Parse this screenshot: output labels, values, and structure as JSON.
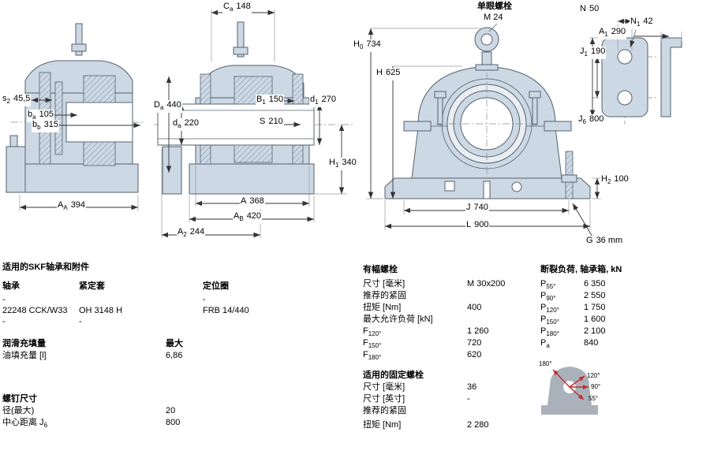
{
  "colors": {
    "housing_fill": "#ccd8e4",
    "line": "#55616d",
    "arrow_red": "#c92a2a",
    "background": "#ffffff"
  },
  "drawings": {
    "left": {
      "s2": {
        "sym": "s",
        "sub": "2",
        "val": "45,5"
      },
      "ba": {
        "sym": "b",
        "sub": "a",
        "val": "105"
      },
      "bb": {
        "sym": "b",
        "sub": "b",
        "val": "315"
      },
      "AA": {
        "sym": "A",
        "sub": "A",
        "val": "394"
      }
    },
    "middle": {
      "Ca": {
        "sym": "C",
        "sub": "a",
        "val": "148"
      },
      "Da": {
        "sym": "D",
        "sub": "a",
        "val": "440"
      },
      "da": {
        "sym": "d",
        "sub": "a",
        "val": "220"
      },
      "B1": {
        "sym": "B",
        "sub": "1",
        "val": "150"
      },
      "S": {
        "sym": "S",
        "sub": "",
        "val": "210"
      },
      "d1": {
        "sym": "d",
        "sub": "1",
        "val": "270"
      },
      "H1": {
        "sym": "H",
        "sub": "1",
        "val": "340"
      },
      "A": {
        "sym": "A",
        "sub": "",
        "val": "368"
      },
      "AB": {
        "sym": "A",
        "sub": "B",
        "val": "420"
      },
      "A2": {
        "sym": "A",
        "sub": "2",
        "val": "244"
      }
    },
    "front": {
      "eyebolt_title": "单眼螺栓",
      "eyebolt_size": "M 24",
      "H0": {
        "sym": "H",
        "sub": "0",
        "val": "734"
      },
      "H": {
        "sym": "H",
        "sub": "",
        "val": "625"
      },
      "H2": {
        "sym": "H",
        "sub": "2",
        "val": "100"
      },
      "J": {
        "sym": "J",
        "sub": "",
        "val": "740"
      },
      "L": {
        "sym": "L",
        "sub": "",
        "val": "900"
      },
      "G": {
        "sym": "G",
        "sub": "",
        "val": "36 mm"
      }
    },
    "top_view": {
      "N": {
        "sym": "N",
        "sub": "",
        "val": "50"
      },
      "N1": {
        "sym": "N",
        "sub": "1",
        "val": "42"
      },
      "A1": {
        "sym": "A",
        "sub": "1",
        "val": "290"
      },
      "J1": {
        "sym": "J",
        "sub": "1",
        "val": "190"
      },
      "J6": {
        "sym": "J",
        "sub": "6",
        "val": "800"
      }
    },
    "load_diagram": {
      "angle_180": "180°",
      "angle_120": "120°",
      "angle_90": "90°",
      "angle_55": "55°"
    }
  },
  "tables": {
    "bearings": {
      "title": "适用的SKF轴承和附件",
      "columns": [
        "轴承",
        "紧定套",
        "定位圈"
      ],
      "rows": [
        [
          "-",
          "",
          "-"
        ],
        [
          "22248 CCK/W33",
          "OH 3148 H",
          "FRB 14/440"
        ],
        [
          "-",
          "-",
          ""
        ]
      ]
    },
    "lubrication": {
      "title": "润滑充填量",
      "max_header": "最大",
      "rows": [
        {
          "label": "油填充量 [l]",
          "value": "6,86"
        }
      ]
    },
    "screws": {
      "title": "螺钉尺寸",
      "rows": [
        {
          "label": "径(最大)",
          "value": "20"
        },
        {
          "label": "中心距离 J",
          "label_sub": "6",
          "value": "800"
        }
      ]
    },
    "attachment_bolts": {
      "title": "有幅螺栓",
      "rows": [
        {
          "label": "尺寸 [毫米]",
          "value": "M 30x200"
        },
        {
          "label": "推荐的紧固",
          "value": ""
        },
        {
          "label": "扭矩 [Nm]",
          "value": "400"
        },
        {
          "label": "最大允许负荷 [kN]",
          "value": ""
        },
        {
          "sym": "F",
          "sub": "120°",
          "value": "1 260"
        },
        {
          "sym": "F",
          "sub": "150°",
          "value": "720"
        },
        {
          "sym": "F",
          "sub": "180°",
          "value": "620"
        }
      ]
    },
    "fixing_bolts": {
      "title": "适用的固定螺栓",
      "rows": [
        {
          "label": "尺寸 [毫米]",
          "value": "36"
        },
        {
          "label": "尺寸 [英寸]",
          "value": "-"
        },
        {
          "label": "推荐的紧固",
          "value": ""
        },
        {
          "label": "扭矩 [Nm]",
          "value": "2 280"
        }
      ]
    },
    "breaking_load": {
      "title": "断裂负荷, 轴承箱, kN",
      "rows": [
        {
          "sym": "P",
          "sub": "55°",
          "value": "6 350"
        },
        {
          "sym": "P",
          "sub": "90°",
          "value": "2 550"
        },
        {
          "sym": "P",
          "sub": "120°",
          "value": "1 750"
        },
        {
          "sym": "P",
          "sub": "150°",
          "value": "1 600"
        },
        {
          "sym": "P",
          "sub": "180°",
          "value": "2 100"
        },
        {
          "sym": "P",
          "sub": "a",
          "value": "840"
        }
      ]
    }
  }
}
